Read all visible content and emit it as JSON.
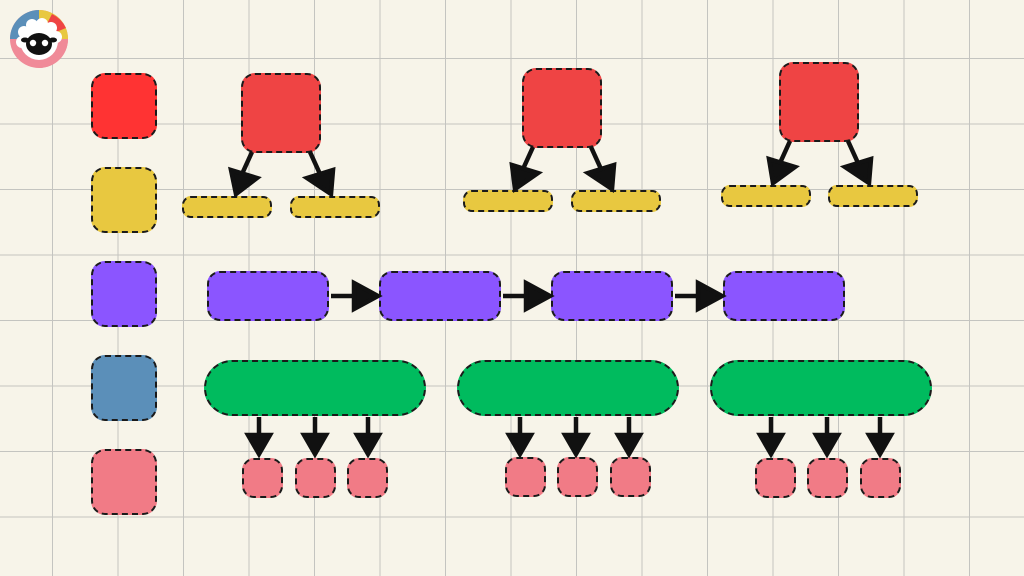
{
  "colors": {
    "red": "#ef4444",
    "red_legend": "#ff3333",
    "yellow": "#e8c840",
    "purple": "#8b55ff",
    "blue": "#5b8fb9",
    "green": "#00bb5e",
    "pink": "#f17b86",
    "outline": "#1a1a1a",
    "background": "#f7f4e9",
    "grid": "#c4c4c0"
  },
  "legend": [
    "red-swatch",
    "yellow-swatch",
    "purple-swatch",
    "blue-swatch",
    "pink-swatch"
  ],
  "icons": {
    "logo": "sheep-face-logo-icon",
    "arrow": "arrow-icon"
  },
  "tree_groups": 3,
  "chain_nodes": 4,
  "fanout_groups": 3,
  "children_per_fanout": 3
}
